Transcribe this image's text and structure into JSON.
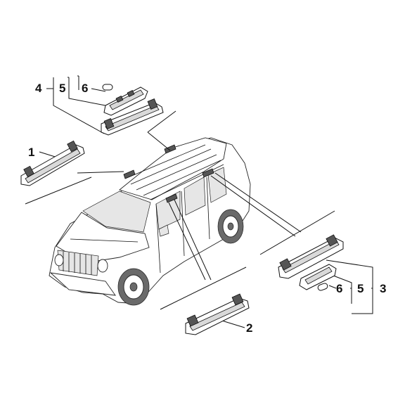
{
  "callouts": {
    "c1": "1",
    "c2": "2",
    "c3": "3",
    "c4": "4",
    "c5_top": "5",
    "c5_right": "5",
    "c6_top": "6",
    "c6_right": "6"
  }
}
